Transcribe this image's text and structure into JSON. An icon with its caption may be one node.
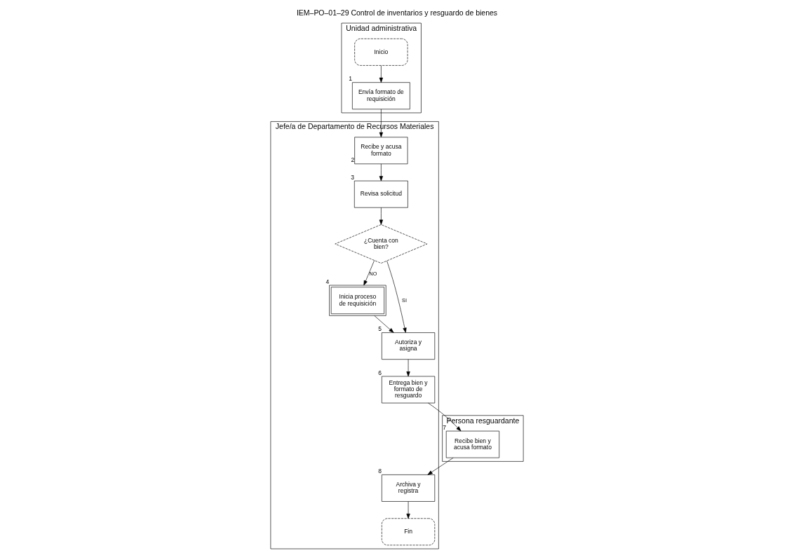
{
  "diagram": {
    "title": "IEM–PO–01–29 Control de inventarios y resguardo de bienes",
    "nodes": [
      {
        "text": [
          "Unidad administrativa"
        ]
      },
      {
        "text": [
          "Jefe/a de Departamento de Recursos Materiales"
        ]
      },
      {
        "text": [
          "Persona resguardante"
        ]
      },
      {
        "text": [
          "Inicio"
        ],
        "in": 0
      },
      {
        "text": [
          "Envía formato de requisición"
        ],
        "beside": [
          "1"
        ],
        "in": 0
      },
      {
        "text": [
          "Recibe y acusa formato"
        ],
        "beside": [
          "2"
        ],
        "in": 1
      },
      {
        "text": [
          "Revisa solicitud"
        ],
        "beside": [
          "3"
        ],
        "in": 1
      },
      {
        "text": [
          "¿Cuenta con bien?"
        ],
        "in": 1
      },
      {
        "text": [
          "Inicia proceso de requisición"
        ],
        "beside": [
          "4"
        ],
        "in": 1
      },
      {
        "text": [
          "Autoriza y asigna"
        ],
        "beside": [
          "5"
        ],
        "in": 1
      },
      {
        "text": [
          "Entrega bien y formato de resguardo"
        ],
        "beside": [
          "6"
        ],
        "in": 1
      },
      {
        "text": [
          "Recibe bien y acusa formato"
        ],
        "beside": [
          "7"
        ],
        "in": 2
      },
      {
        "text": [
          "Archiva y registra"
        ],
        "beside": [
          "8"
        ],
        "in": 1
      },
      {
        "text": [
          "Fin"
        ],
        "in": 1
      }
    ],
    "edges": [
      {
        "from": 3,
        "to": 4,
        "arrow": "to"
      },
      {
        "from": 4,
        "to": 5,
        "arrow": "to"
      },
      {
        "from": 5,
        "to": 6,
        "arrow": "to"
      },
      {
        "from": 6,
        "to": 7,
        "arrow": "to"
      },
      {
        "from": 7,
        "to": 8,
        "arrow": "to",
        "label": "NO"
      },
      {
        "from": 7,
        "to": 9,
        "arrow": "to",
        "label": "SI"
      },
      {
        "from": 8,
        "to": 9,
        "arrow": "to"
      },
      {
        "from": 9,
        "to": 10,
        "arrow": "to"
      },
      {
        "from": 10,
        "to": 11,
        "arrow": "to"
      },
      {
        "from": 11,
        "to": 12,
        "arrow": "to"
      },
      {
        "from": 12,
        "to": 13,
        "arrow": "to"
      }
    ]
  }
}
